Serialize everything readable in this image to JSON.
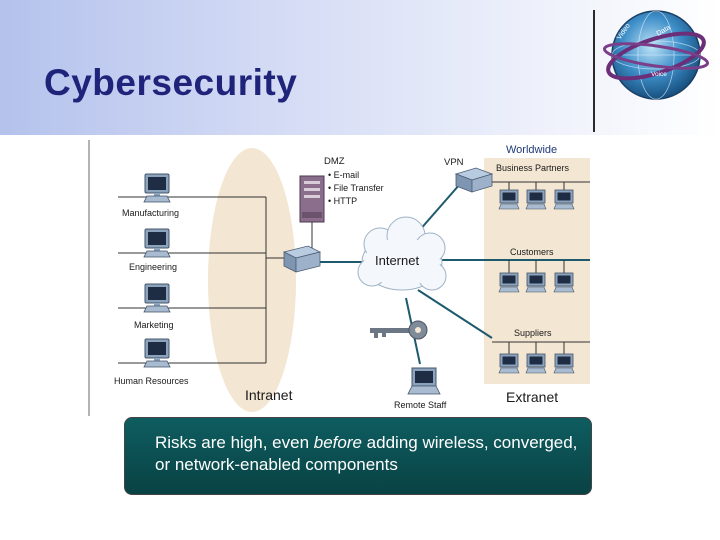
{
  "slide": {
    "title": "Cybersecurity",
    "logo": {
      "labels": [
        "Video",
        "Data",
        "Voice"
      ]
    }
  },
  "diagram": {
    "internal_hosts": [
      "Manufacturing",
      "Engineering",
      "Marketing",
      "Human Resources"
    ],
    "dmz": {
      "label": "DMZ",
      "services": [
        "• E-mail",
        "• File Transfer",
        "• HTTP"
      ]
    },
    "vpn_label": "VPN",
    "internet_label": "Internet",
    "intranet_label": "Intranet",
    "extranet_label": "Extranet",
    "remote_label": "Remote Staff",
    "worldwide": {
      "label": "Worldwide",
      "groups": [
        "Business Partners",
        "Customers",
        "Suppliers"
      ]
    }
  },
  "callout": {
    "before_text": "Risks are high, even ",
    "emphasis_text": "before",
    "after_text": " adding wireless, converged, or network-enabled components"
  },
  "colors": {
    "title": "#1f237a",
    "intranet_fill": "#f3e6d2",
    "extranet_fill": "#f3e6d2",
    "link": "#1e5a6e",
    "callout_bg": "#0b4f52",
    "server": "#8a6e8c"
  }
}
